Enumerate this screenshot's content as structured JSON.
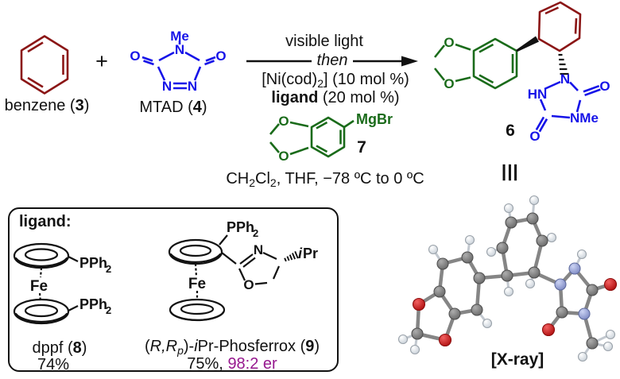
{
  "figure_type": "chemical reaction scheme",
  "colors": {
    "diene_red": "#8b1616",
    "mtad_blue": "#1613e8",
    "aryl_green": "#1a6b1a",
    "er_purple": "#96188e",
    "text_black": "#111111",
    "xray_carbon": "#7d7d7d",
    "xray_hydrogen": "#e9edf2",
    "xray_oxygen": "#d62222",
    "xray_nitrogen": "#a2abdf"
  },
  "sym": {
    "O": "O",
    "N": "N",
    "HN": "HN",
    "NMe": "NMe",
    "Me": "Me",
    "MgBr": "MgBr",
    "Fe": "Fe",
    "PPh": "PPh",
    "two": "2",
    "i": "i",
    "Pr": "Pr"
  },
  "reactants": {
    "benzene": {
      "pre": "benzene (",
      "num": "3",
      "post": ")"
    },
    "plus": "+",
    "mtad": {
      "pre": "MTAD (",
      "num": "4",
      "post": ")"
    }
  },
  "arrow": {
    "top": "visible light",
    "then": "then",
    "cat_pre": "[Ni(cod)",
    "cat_sub": "2",
    "cat_post": "] (10 mol %)",
    "ligand": "ligand",
    "ligand_post": " (20 mol %)",
    "solvent_p1": "CH",
    "solvent_s1": "2",
    "solvent_p2": "Cl",
    "solvent_s2": "2",
    "solvent_p3": ", THF, −78 ºC to 0 ºC"
  },
  "grignard": {
    "num": "7"
  },
  "product": {
    "num": "6"
  },
  "identity": "≡",
  "ligand_box": {
    "title": "ligand:",
    "dppf": {
      "pre": "dppf (",
      "num": "8",
      "post": ")",
      "yield": "74%"
    },
    "phosferrox": {
      "pre1": "(",
      "it1": "R,R",
      "sub": "p",
      "mid": ")-",
      "it2": "i",
      "rest": "Pr-Phosferrox (",
      "num": "9",
      "post": ")",
      "yield": "75%, ",
      "er": "98:2 er"
    }
  },
  "xray": {
    "label": "[X-ray]"
  }
}
